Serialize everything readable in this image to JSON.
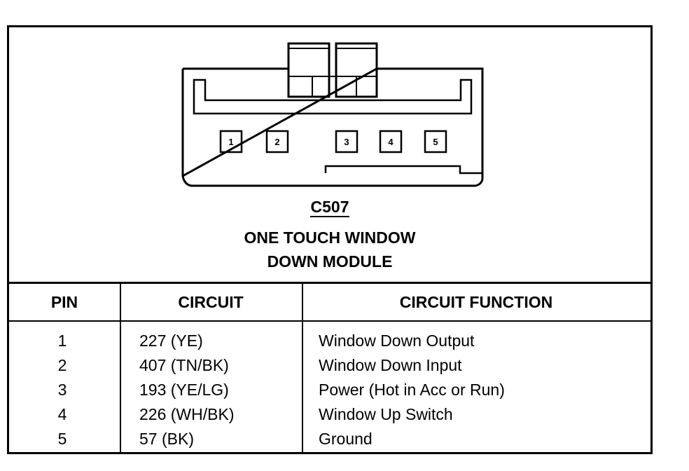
{
  "connector": {
    "id": "C507",
    "name_line1": "ONE TOUCH WINDOW",
    "name_line2": "DOWN MODULE",
    "pin_labels": [
      "1",
      "2",
      "3",
      "4",
      "5"
    ]
  },
  "table": {
    "headers": {
      "pin": "PIN",
      "circuit": "CIRCUIT",
      "function": "CIRCUIT FUNCTION"
    },
    "rows": [
      {
        "pin": "1",
        "circuit": "227 (YE)",
        "function": "Window Down Output"
      },
      {
        "pin": "2",
        "circuit": "407 (TN/BK)",
        "function": "Window Down Input"
      },
      {
        "pin": "3",
        "circuit": "193 (YE/LG)",
        "function": "Power (Hot in Acc or Run)"
      },
      {
        "pin": "4",
        "circuit": "226 (WH/BK)",
        "function": "Window Up Switch"
      },
      {
        "pin": "5",
        "circuit": "57 (BK)",
        "function": "Ground"
      }
    ]
  }
}
